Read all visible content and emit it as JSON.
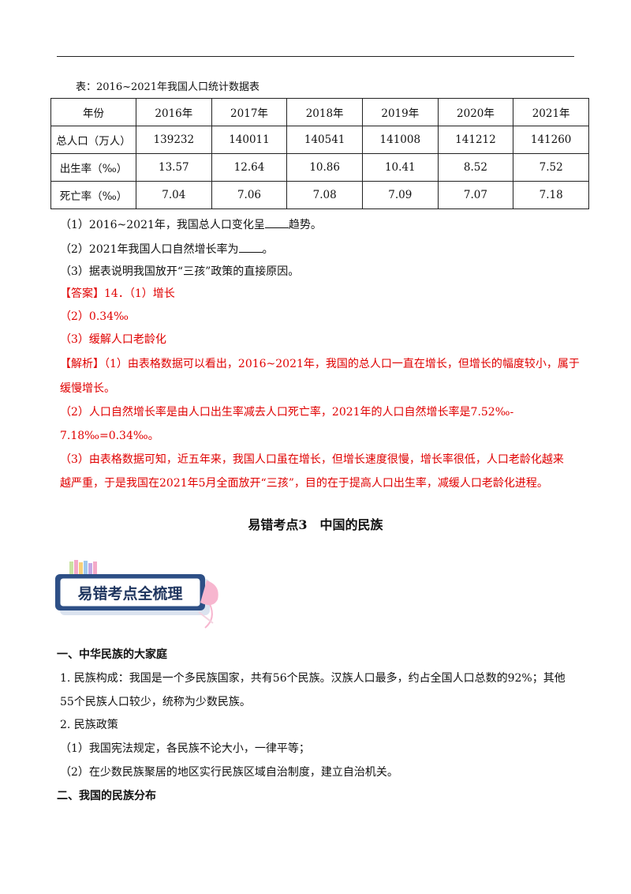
{
  "table_caption": "表：2016~2021年我国人口统计数据表",
  "table": {
    "header": [
      "年份",
      "2016年",
      "2017年",
      "2018年",
      "2019年",
      "2020年",
      "2021年"
    ],
    "rows": [
      [
        "总人口（万人）",
        "139232",
        "140011",
        "140541",
        "141008",
        "141212",
        "141260"
      ],
      [
        "出生率（‰）",
        "13.57",
        "12.64",
        "10.86",
        "10.41",
        "8.52",
        "7.52"
      ],
      [
        "死亡率（‰）",
        "7.04",
        "7.06",
        "7.08",
        "7.09",
        "7.07",
        "7.18"
      ]
    ]
  },
  "questions": {
    "q1_pre": "（1）2016~2021年，我国总人口变化呈",
    "q1_post": "趋势。",
    "q2_pre": "（2）2021年我国人口自然增长率为",
    "q2_post": "。",
    "q3": "（3）据表说明我国放开“三孩”政策的直接原因。"
  },
  "answer": {
    "a1": "【答案】14．（1）增长",
    "a2": "（2）0.34‰",
    "a3": "（3）缓解人口老龄化"
  },
  "analysis": {
    "l1": "【解析】（1）由表格数据可以看出，2016~2021年，我国的总人口一直在增长，但增长的幅度较小，属于",
    "l2": "缓慢增长。",
    "l3": "（2）人口自然增长率是由人口出生率减去人口死亡率，2021年的人口自然增长率是7.52‰-",
    "l4": "7.18‰=0.34‰。",
    "l5": "（3）由表格数据可知，近五年来，我国人口虽在增长，但增长速度很慢，增长率很低，人口老龄化越来",
    "l6": "越严重，于是我国在2021年5月全面放开“三孩”，目的在于提高人口出生率，减缓人口老龄化进程。"
  },
  "section_title": "易错考点3　中国的民族",
  "banner_text": "易错考点全梳理",
  "content": {
    "h1": "一、中华民族的大家庭",
    "p1a": "1. 民族构成：我国是一个多民族国家，共有56个民族。汉族人口最多，约占全国人口总数的92%；其他",
    "p1b": "55个民族人口较少，统称为少数民族。",
    "p2": "2. 民族政策",
    "p3": "（1）我国宪法规定，各民族不论大小，一律平等；",
    "p4": "（2）在少数民族聚居的地区实行民族区域自治制度，建立自治机关。",
    "h2": "二、我国的民族分布"
  },
  "colors": {
    "answer_red": "#e00000",
    "banner_blue": "#2d4f86",
    "banner_pink": "#f7b6cf"
  }
}
